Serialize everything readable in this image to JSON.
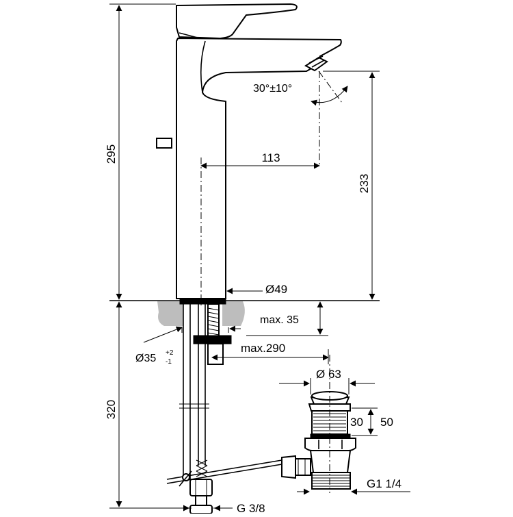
{
  "dimensions": {
    "overall_height": "295",
    "spout_reach": "113",
    "spout_height": "233",
    "aerator_angle": "30°±10°",
    "body_diameter": "Ø49",
    "max_deck_thickness": "max. 35",
    "hole_diameter": "Ø35",
    "hole_tol_plus": "+2",
    "hole_tol_minus": "-1",
    "max_pop_up_rod": "max.290",
    "waste_diameter": "Ø 63",
    "waste_length": "320",
    "waste_adjust_min": "30",
    "waste_adjust_max": "50",
    "waste_thread": "G1 1/4",
    "supply_thread": "G 3/8"
  }
}
